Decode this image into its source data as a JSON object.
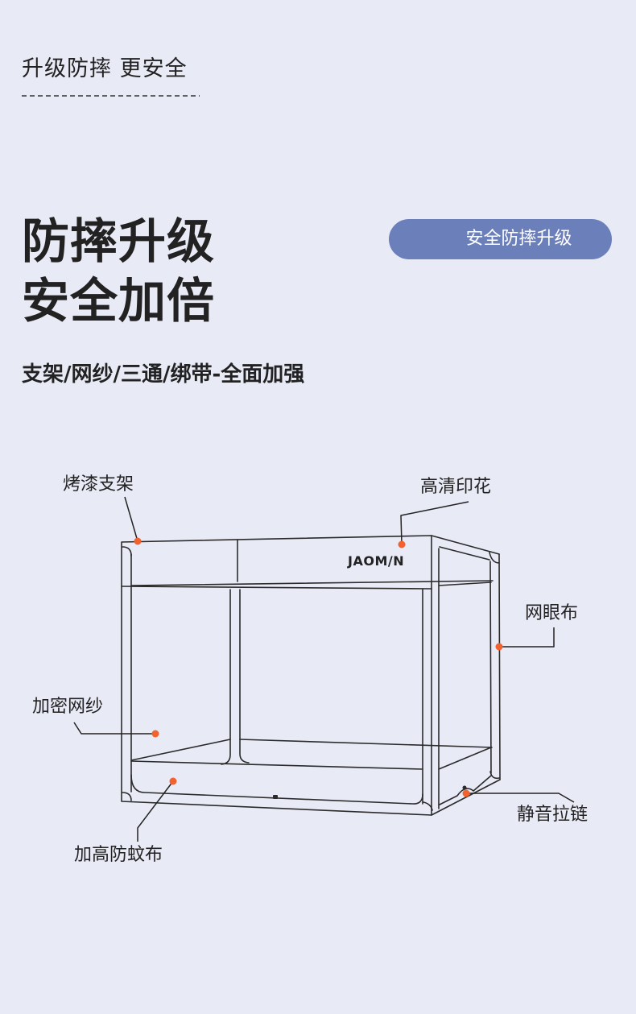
{
  "header": {
    "title": "升级防摔 更安全"
  },
  "hero": {
    "headline_line1": "防摔升级",
    "headline_line2": "安全加倍",
    "badge": "安全防摔升级",
    "subtitle": "支架/网纱/三通/绑带-全面加强"
  },
  "diagram": {
    "print_text": "JAOM/N",
    "callouts": [
      {
        "label": "烤漆支架"
      },
      {
        "label": "高清印花"
      },
      {
        "label": "网眼布"
      },
      {
        "label": "加密网纱"
      },
      {
        "label": "静音拉链"
      },
      {
        "label": "加高防蚊布"
      }
    ]
  },
  "colors": {
    "background": "#e8eaf6",
    "accent": "#6b7fba",
    "dot": "#f2622e",
    "text": "#222222",
    "line": "#2b2b2b"
  }
}
